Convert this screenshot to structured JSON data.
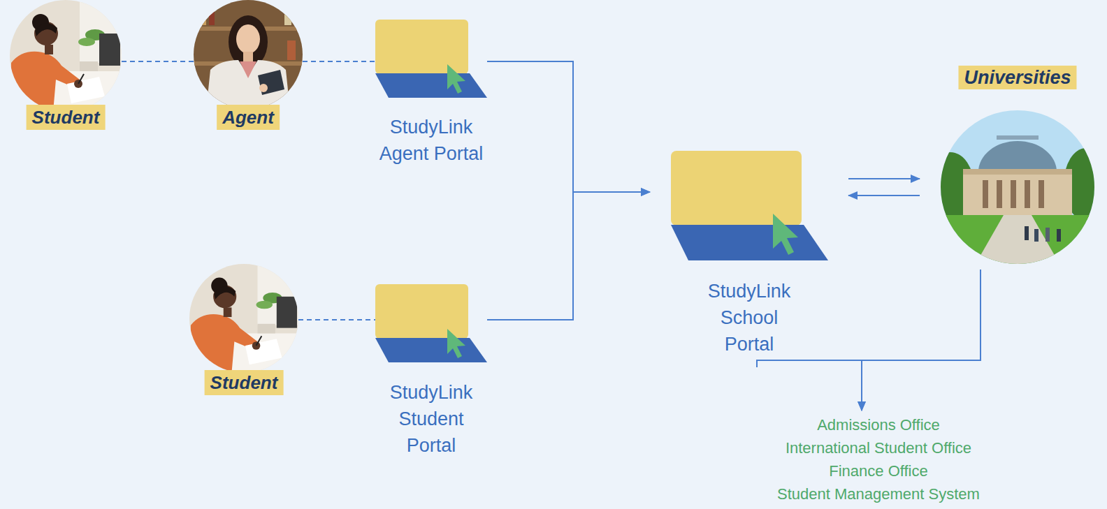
{
  "diagram": {
    "nodes": [
      {
        "text": [
          "Student"
        ]
      },
      {
        "text": [
          "Agent"
        ]
      },
      {
        "text": [
          "StudyLink Agent Portal"
        ]
      },
      {
        "text": [
          "Student"
        ]
      },
      {
        "text": [
          "StudyLink Student Portal"
        ]
      },
      {
        "text": [
          "StudyLink School Portal"
        ]
      },
      {
        "text": [
          "Universities"
        ]
      },
      {
        "text": [
          "Admissions Office",
          "International Student Office",
          "Finance Office",
          "Student Management System"
        ]
      }
    ],
    "edges": [
      {
        "from": 0,
        "to": 1,
        "arrow": "none"
      },
      {
        "from": 1,
        "to": 2,
        "arrow": "none"
      },
      {
        "from": 3,
        "to": 4,
        "arrow": "none"
      },
      {
        "from": 2,
        "to": 5,
        "arrow": "to"
      },
      {
        "from": 4,
        "to": 5,
        "arrow": "to"
      },
      {
        "from": 5,
        "to": 6,
        "arrow": "both"
      },
      {
        "from": 5,
        "to": 7,
        "arrow": "to"
      },
      {
        "from": 6,
        "to": 7,
        "arrow": "to"
      }
    ]
  }
}
